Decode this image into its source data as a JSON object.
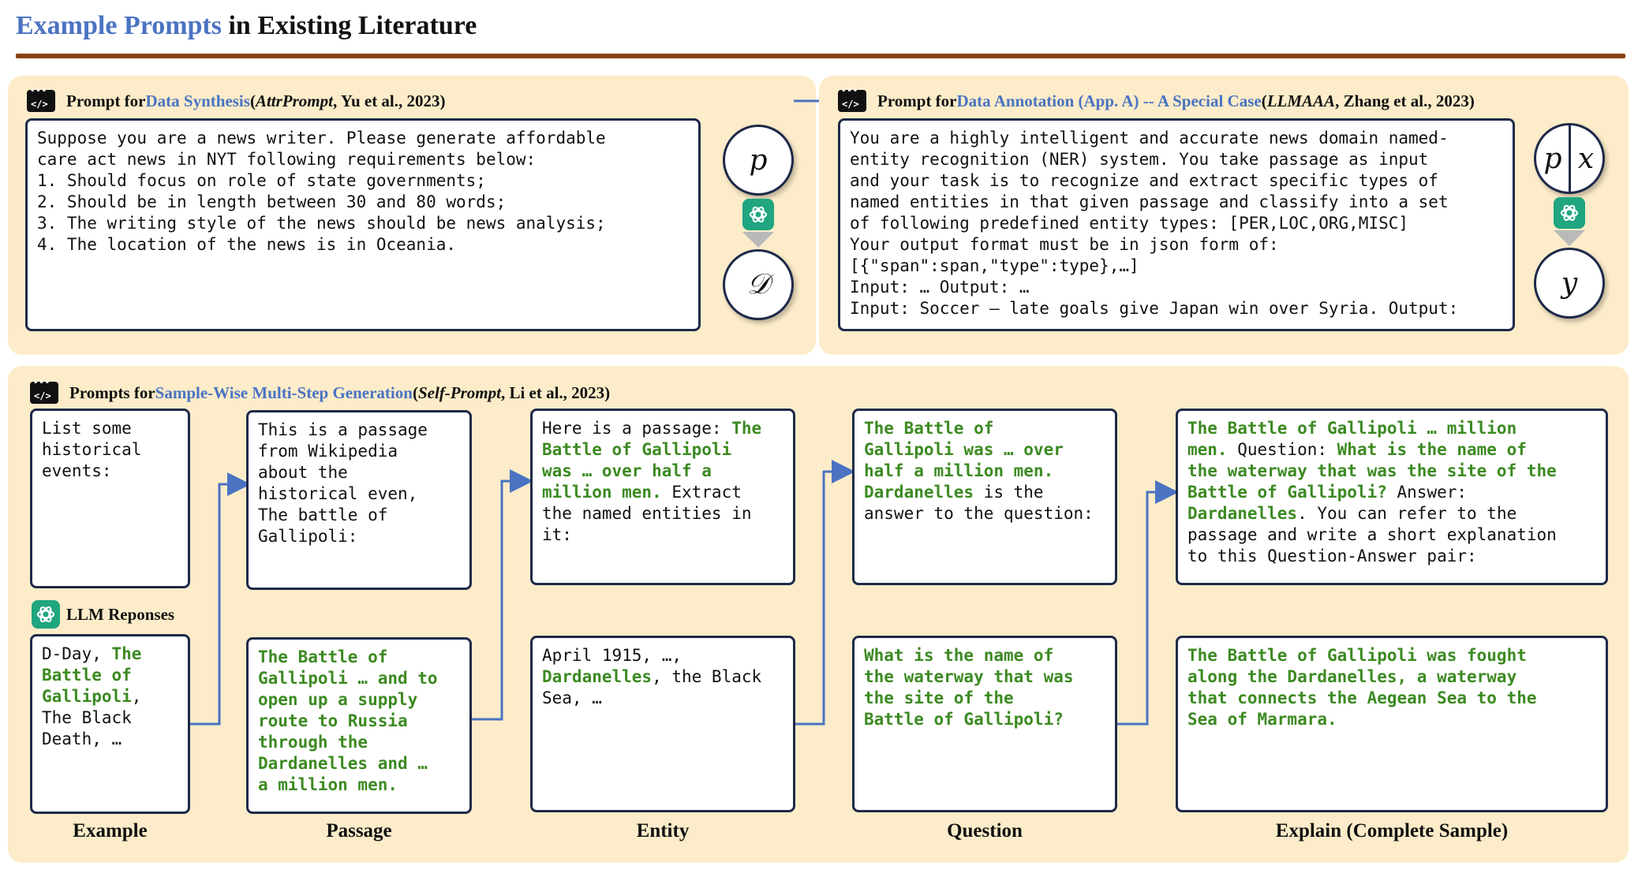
{
  "title": {
    "accent": "Example Prompts",
    "rest": " in Existing Literature"
  },
  "panel1": {
    "header": {
      "prefix": "Prompt for ",
      "task": "Data Synthesis",
      "open": " (",
      "work": "AttrPrompt",
      "cite": ", Yu et al., 2023)"
    },
    "prompt_text": "Suppose you are a news writer. Please generate affordable\ncare act news in NYT following requirements below:\n1. Should focus on role of state governments;\n2. Should be in length between 30 and 80 words;\n3. The writing style of the news should be news analysis;\n4. The location of the news is in Oceania.",
    "circle_top": "p",
    "circle_bottom": "𝒟"
  },
  "panel2": {
    "header": {
      "prefix": "Prompt for ",
      "task": "Data Annotation (App. A) -- A Special Case",
      "open": " (",
      "work": "LLMAAA",
      "cite": ", Zhang et al., 2023)"
    },
    "prompt_text": "You are a highly intelligent and accurate news domain named-\nentity recognition (NER) system. You take passage as input\nand your task is to recognize and extract specific types of\nnamed entities in that given passage and classify into a set\nof following predefined entity types: [PER,LOC,ORG,MISC]\nYour output format must be in json form of:\n[{\"span\":span,\"type\":type},…]\nInput: … Output: …\nInput: Soccer – late goals give Japan win over Syria. Output:",
    "circle_top_left": "p",
    "circle_top_right": "x",
    "circle_bottom": "y"
  },
  "panel3": {
    "header": {
      "prefix": "Prompts for ",
      "task": "Sample-Wise Multi-Step Generation",
      "open": " (",
      "work": "Self-Prompt",
      "cite": ", Li et al., 2023)"
    },
    "llm_label": "LLM Reponses",
    "columns": [
      {
        "label": "Example",
        "prompt": [
          {
            "t": "List some\nhistorical\nevents:"
          }
        ],
        "response": [
          {
            "t": "D-Day, "
          },
          {
            "t": "The\nBattle of\nGallipoli",
            "g": true
          },
          {
            "t": ",\nThe Black\nDeath, …"
          }
        ]
      },
      {
        "label": "Passage",
        "prompt": [
          {
            "t": "This is a passage\nfrom Wikipedia\nabout the\nhistorical even,\nThe battle of\nGallipoli:"
          }
        ],
        "response": [
          {
            "t": "The Battle of\nGallipoli … and to\nopen up a supply\nroute to Russia\nthrough the\nDardanelles and …\na million men.",
            "g": true
          }
        ]
      },
      {
        "label": "Entity",
        "prompt": [
          {
            "t": "Here is a passage: "
          },
          {
            "t": "The\nBattle of Gallipoli\nwas … over half a\nmillion men.",
            "g": true
          },
          {
            "t": " Extract\nthe named entities in\nit:"
          }
        ],
        "response": [
          {
            "t": "April 1915, …,\n"
          },
          {
            "t": "Dardanelles",
            "g": true
          },
          {
            "t": ", the Black\nSea, …"
          }
        ]
      },
      {
        "label": "Question",
        "prompt": [
          {
            "t": "The Battle of\nGallipoli was … over\nhalf a million men.\nDardanelles",
            "g": true
          },
          {
            "t": " is the\nanswer to the question:"
          }
        ],
        "response": [
          {
            "t": "What is the name of\nthe waterway that was\nthe site of the\nBattle of Gallipoli?",
            "g": true
          }
        ]
      },
      {
        "label": "Explain (Complete Sample)",
        "prompt": [
          {
            "t": "The Battle of Gallipoli … million\nmen.",
            "g": true
          },
          {
            "t": " Question: "
          },
          {
            "t": "What is the name of\nthe waterway that was the site of the\nBattle of Gallipoli?",
            "g": true
          },
          {
            "t": " Answer:\n"
          },
          {
            "t": "Dardanelles",
            "g": true
          },
          {
            "t": ". You can refer to the\npassage and write a short explanation\nto this Question-Answer pair:"
          }
        ],
        "response": [
          {
            "t": "The Battle of Gallipoli was fought\nalong the Dardanelles, a waterway\nthat connects the Aegean Sea to the\nSea of Marmara.",
            "g": true
          }
        ]
      }
    ]
  },
  "colors": {
    "accent": "#4a73c2",
    "rule": "#8a4211",
    "panel": "#fcecc9",
    "green_text": "#3c8a22",
    "arrow": "#4a73c2",
    "box_border": "#1e2a4a",
    "gpt_icon": "#1fa57f"
  }
}
